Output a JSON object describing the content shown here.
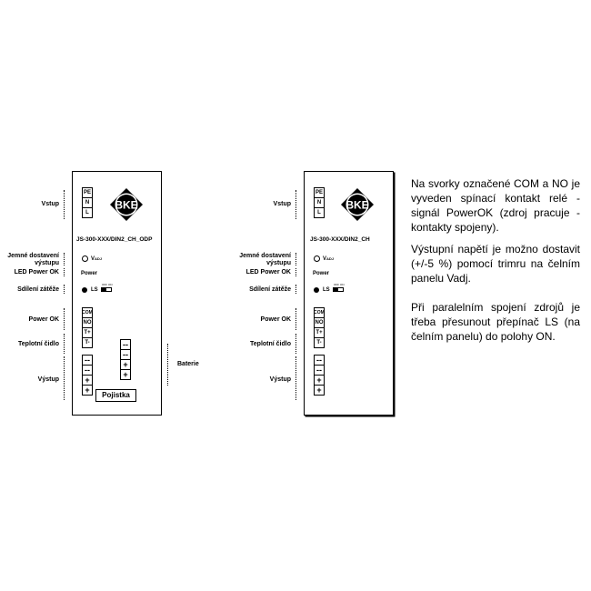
{
  "left_device": {
    "model": "JS-300-XXX/DIN2_CH_ODP",
    "labels": {
      "vstup": "Vstup",
      "jemne": "Jemné dostavení\nvýstupu",
      "led": "LED Power OK",
      "sdileni": "Sdílení zátěže",
      "powerok": "Power OK",
      "teplotni": "Teplotní čidlo",
      "vystup": "Výstup",
      "baterie": "Baterie"
    },
    "fuse_label": "Pojistka"
  },
  "right_device": {
    "model": "JS-300-XXX/DIN2_CH",
    "labels": {
      "vstup": "Vstup",
      "jemne": "Jemné dostavení\nvýstupu",
      "led": "LED Power OK",
      "sdileni": "Sdílení zátěže",
      "powerok": "Power OK",
      "teplotni": "Teplotní čidlo",
      "vystup": "Výstup"
    }
  },
  "panel": {
    "input_terminals": [
      "PE",
      "N",
      "L"
    ],
    "signal_terminals": [
      "COM",
      "NO",
      "T+",
      "T-"
    ],
    "output_terminals": [
      "--",
      "--",
      "+",
      "+"
    ],
    "battery_terminals": [
      "--",
      "--",
      "+",
      "+"
    ],
    "vadj": "V",
    "vadj_sub": "ADJ",
    "power": "Power",
    "ls": "LS",
    "switch_off": "OFF",
    "switch_on": "ON",
    "logo": "BKE"
  },
  "text": {
    "p1": "Na svorky označené COM a NO je vyveden spínací kontakt relé - signál PowerOK (zdroj pracuje - kontakty spojeny).",
    "p2": "Výstupní napětí je možno dostavit (+/-5 %) pomocí trimru na čelním panelu Vadj.",
    "p3": "Při paralelním spojení zdrojů je třeba přesunout přepínač LS (na čelním panelu) do polohy ON."
  }
}
